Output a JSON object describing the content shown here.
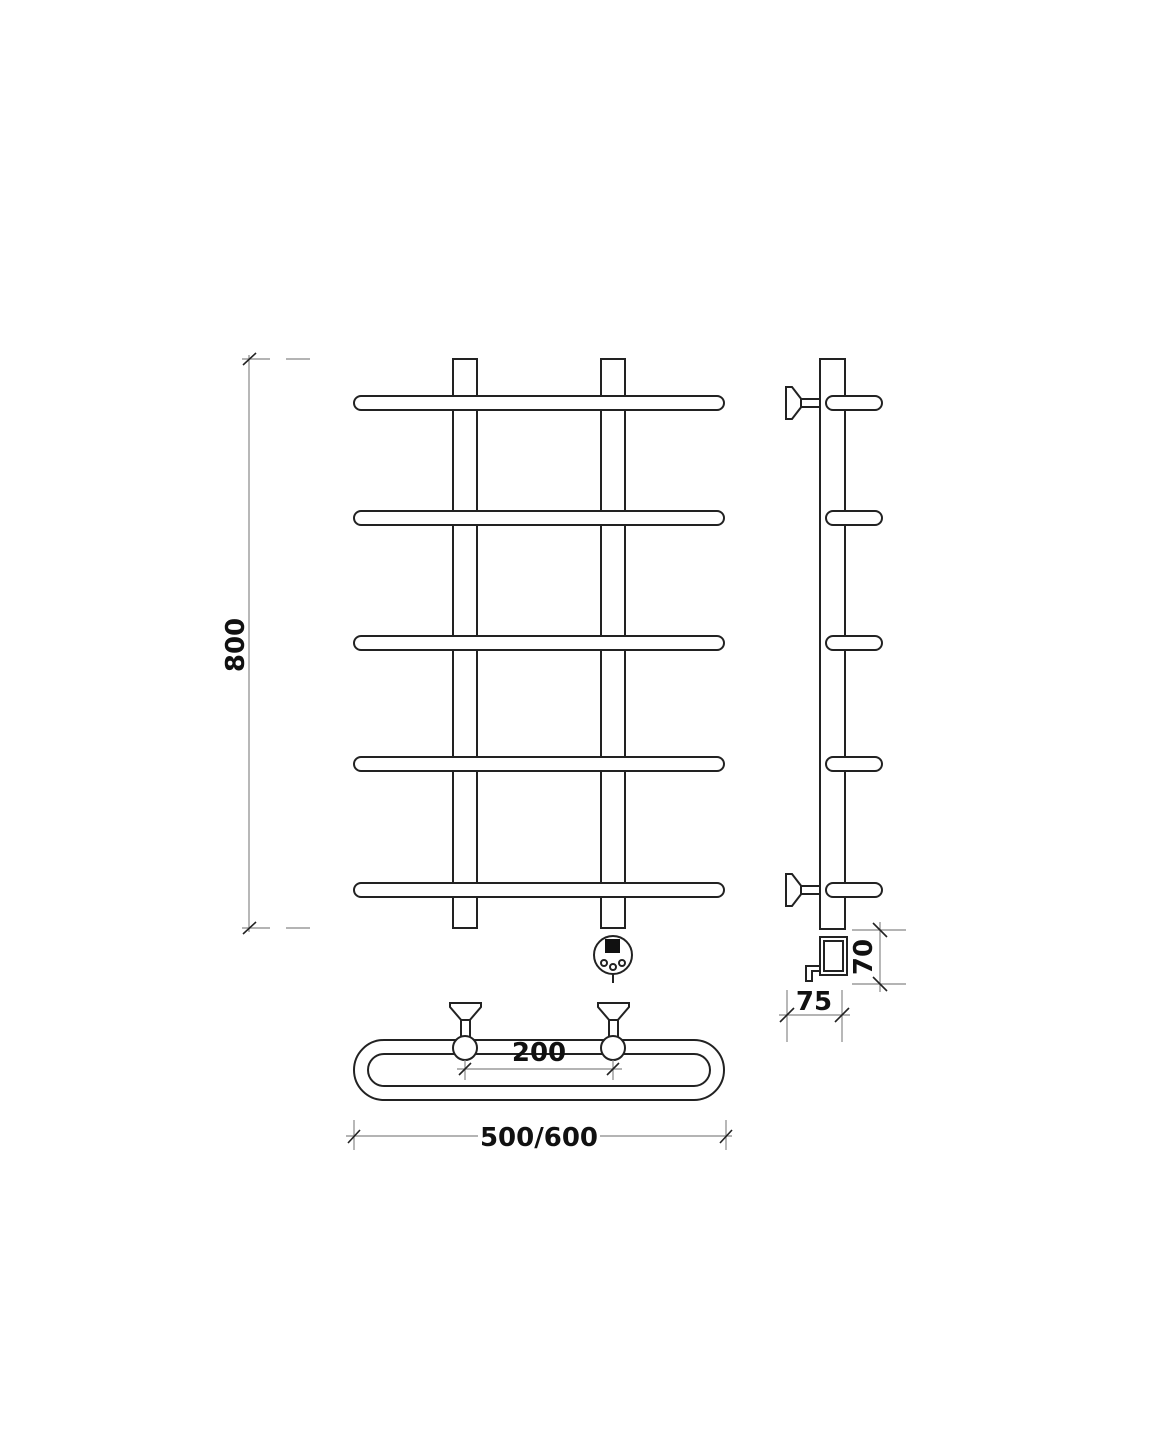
{
  "dimensions": {
    "height": "800",
    "width": "500/600",
    "mount_spacing": "200",
    "depth": "75",
    "heater_height": "70"
  },
  "rail_count": 5
}
